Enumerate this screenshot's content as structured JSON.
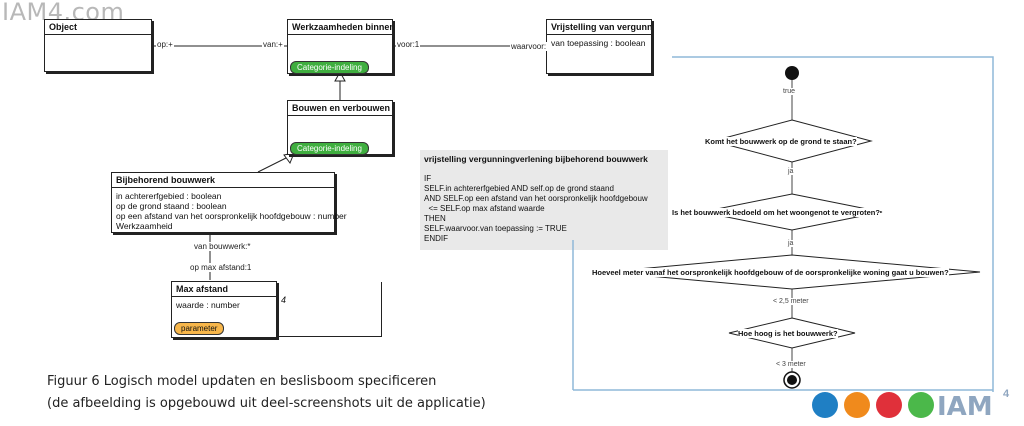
{
  "watermark": "IAM4.com",
  "model": {
    "object": {
      "title": "Object"
    },
    "werkzaamheden": {
      "title": "Werkzaamheden binnen -",
      "tag": "Categorie-indeling"
    },
    "vrijstelling": {
      "title": "Vrijstelling van vergunnin",
      "attr": "van toepassing : boolean"
    },
    "bouwen": {
      "title": "Bouwen en verbouwen",
      "tag": "Categorie-indeling"
    },
    "bijbehorend": {
      "title": "Bijbehorend bouwwerk",
      "attrs": [
        "in achtererfgebied : boolean",
        "op de grond staand : boolean",
        "op een afstand van het oorspronkelijk hoofdgebouw : number",
        "Werkzaamheid"
      ]
    },
    "maxafstand": {
      "title": "Max afstand",
      "attr": "waarde : number",
      "value": "4",
      "tag": "parameter"
    },
    "assoc": {
      "op": "op:+",
      "van": "van:+",
      "voor": "voor:1",
      "waarvoor": "waarvoor:",
      "vanbouwwerk": "van bouwwerk:*",
      "opmax": "op max afstand:1"
    }
  },
  "rule": {
    "title": "vrijstelling vergunningverlening bijbehorend bouwwerk",
    "lines": [
      "IF",
      "SELF.in achtererfgebied AND self.op de grond staand",
      "AND SELF.op een afstand van het oorspronkelijk hoofdgebouw",
      "  <= SELF.op max afstand waarde",
      "THEN",
      "SELF.waarvoor.van toepassing := TRUE",
      "ENDIF"
    ]
  },
  "flow": {
    "start_label": "true",
    "q1": "Komt het bouwwerk op de grond te staan?",
    "a1": "ja",
    "q2": "Is het bouwwerk bedoeld om het woongenot te vergroten?",
    "a2": "ja",
    "q3": "Hoeveel meter vanaf het oorspronkelijk hoofdgebouw of de oorspronkelijke woning gaat u bouwen?",
    "a3": "< 2,5 meter",
    "q4": "Hoe hoog is het bouwwerk?",
    "a4": "< 3 meter"
  },
  "caption": {
    "line1": "Figuur 6 Logisch model updaten en beslisboom specificeren",
    "line2": "(de afbeelding is opgebouwd uit deel-screenshots uit de applicatie)"
  },
  "logo": {
    "text": "IAM",
    "sup": "4"
  },
  "colors": {
    "frame": "#8fb8d8",
    "green": "#3fae3f",
    "orange": "#f7b64a",
    "note": "#e9e9e9"
  }
}
